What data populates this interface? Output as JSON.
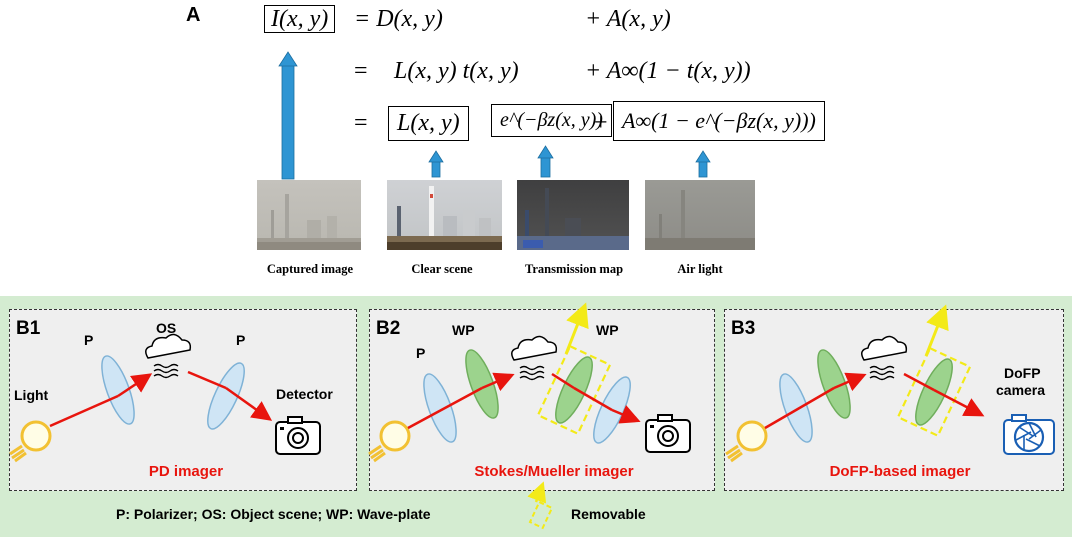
{
  "panel_a": {
    "label": "A",
    "eq1": {
      "lhs": "I(x, y)",
      "term1": "= D(x, y)",
      "term2": "+ A(x, y)"
    },
    "eq2": {
      "eq": "=",
      "term1": "L(x, y) t(x, y)",
      "term2": "+ A∞(1 − t(x, y))"
    },
    "eq3": {
      "eq": "=",
      "box1": "L(x, y)",
      "box2": "e^(−βz(x, y))",
      "plus": "+",
      "box3": "A∞(1 − e^(−βz(x, y)))"
    },
    "images": [
      {
        "caption": "Captured image"
      },
      {
        "caption": "Clear scene"
      },
      {
        "caption": "Transmission map"
      },
      {
        "caption": "Air light"
      }
    ]
  },
  "panel_b": {
    "b1": {
      "label": "B1",
      "p_left": "P",
      "os": "OS",
      "p_right": "P",
      "light": "Light",
      "detector": "Detector",
      "title": "PD imager"
    },
    "b2": {
      "label": "B2",
      "p": "P",
      "wp_left": "WP",
      "wp_right": "WP",
      "title": "Stokes/Mueller imager"
    },
    "b3": {
      "label": "B3",
      "camera_line1": "DoFP",
      "camera_line2": "camera",
      "title": "DoFP-based imager"
    },
    "legend": {
      "text": "P: Polarizer; OS: Object scene; WP: Wave-plate",
      "removable": "Removable"
    }
  },
  "colors": {
    "panel_bg": "#d4ecd1",
    "arrow_blue": "#2e95d3",
    "beam_red": "#e8150e",
    "title_red": "#e8150e",
    "yellow": "#f3ea18",
    "polarizer": "#cfe5f5",
    "waveplate": "#9cd38d"
  }
}
